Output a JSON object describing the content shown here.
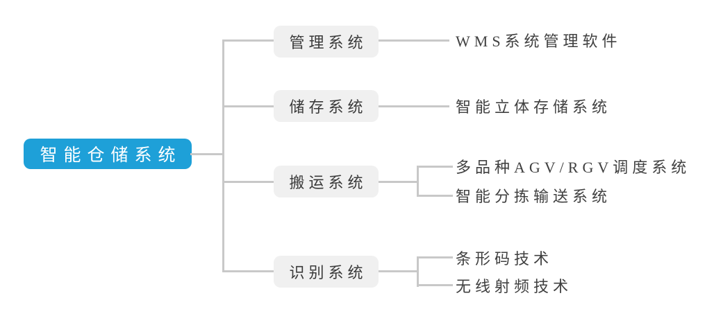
{
  "diagram": {
    "type": "mindmap-tree",
    "root": {
      "label": "智能仓储系统"
    },
    "branches": [
      {
        "label": "管理系统",
        "children": [
          "WMS系统管理软件"
        ]
      },
      {
        "label": "储存系统",
        "children": [
          "智能立体存储系统"
        ]
      },
      {
        "label": "搬运系统",
        "children": [
          "多品种AGV/RGV调度系统",
          "智能分拣输送系统"
        ]
      },
      {
        "label": "识别系统",
        "children": [
          "条形码技术",
          "无线射频技术"
        ]
      }
    ],
    "colors": {
      "root_bg": "#1ea0d8",
      "root_text": "#ffffff",
      "branch_bg": "#f0f0f0",
      "branch_text": "#3a3a3a",
      "leaf_text": "#404040",
      "line": "#c8c8c8",
      "canvas_bg": "#ffffff"
    }
  }
}
